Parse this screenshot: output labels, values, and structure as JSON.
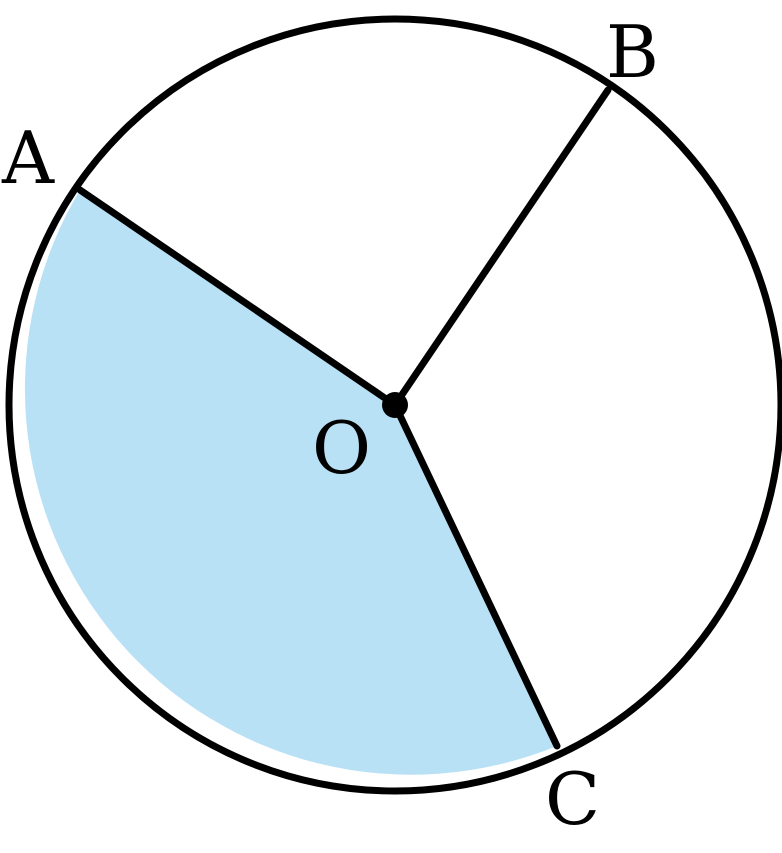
{
  "labels": {
    "a": "A",
    "b": "B",
    "c": "C",
    "o": "O"
  },
  "colors": {
    "stroke": "#000000",
    "sector_fill": "#b8e1f6",
    "background": "#ffffff"
  }
}
